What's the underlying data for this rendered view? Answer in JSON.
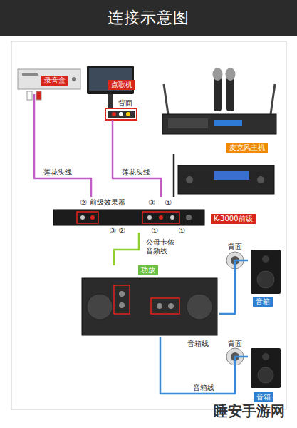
{
  "diagram": {
    "title": "连接示意图",
    "nodes": [
      {
        "text": [
          "录音盒"
        ]
      },
      {
        "text": [
          "点歌机"
        ]
      },
      {
        "text": [
          "麦克风主机"
        ]
      },
      {
        "text": [
          "前级效果器",
          "K-3000前级"
        ]
      },
      {
        "text": [
          "功放"
        ]
      },
      {
        "text": [
          "音箱"
        ]
      },
      {
        "text": [
          "音箱"
        ]
      }
    ],
    "edges": [
      {
        "from": 0,
        "to": 3,
        "label": "莲花头线",
        "arrow": "none"
      },
      {
        "from": 1,
        "to": 3,
        "label": "莲花头线",
        "arrow": "none"
      },
      {
        "from": 2,
        "to": 3,
        "arrow": "none"
      },
      {
        "from": 3,
        "to": 4,
        "label": "公母卡侬 音频线",
        "arrow": "none"
      },
      {
        "from": 4,
        "to": 5,
        "label": "音箱线",
        "arrow": "none"
      },
      {
        "from": 4,
        "to": 6,
        "label": "音箱线",
        "arrow": "none"
      }
    ],
    "labels": [
      "背面",
      "②",
      "③",
      "①",
      "③",
      "②",
      "①",
      "①",
      "背面",
      "背面",
      "睡安手游网"
    ]
  }
}
